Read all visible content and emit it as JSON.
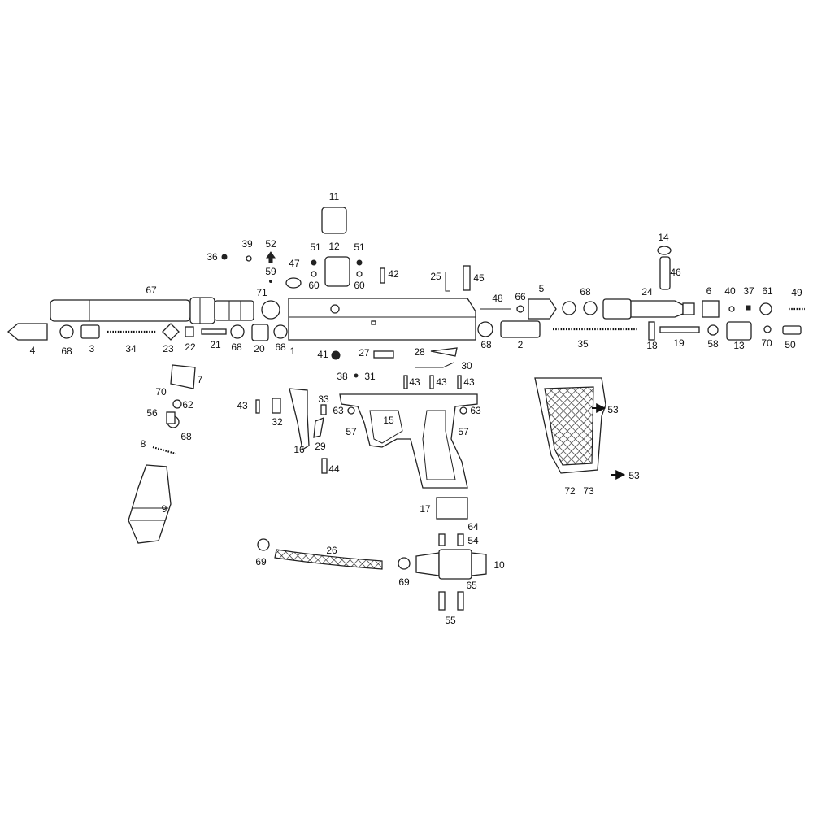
{
  "diagram": {
    "callouts": [
      "1",
      "2",
      "3",
      "4",
      "5",
      "6",
      "7",
      "8",
      "9",
      "10",
      "11",
      "12",
      "13",
      "14",
      "15",
      "16",
      "17",
      "18",
      "19",
      "20",
      "21",
      "22",
      "23",
      "24",
      "25",
      "26",
      "27",
      "28",
      "29",
      "30",
      "31",
      "32",
      "33",
      "34",
      "35",
      "36",
      "37",
      "38",
      "39",
      "40",
      "41",
      "42",
      "43",
      "44",
      "45",
      "46",
      "47",
      "48",
      "49",
      "50",
      "51",
      "52",
      "53",
      "54",
      "55",
      "56",
      "57",
      "58",
      "59",
      "60",
      "61",
      "62",
      "63",
      "64",
      "65",
      "66",
      "67",
      "68",
      "69",
      "70",
      "71",
      "72",
      "73"
    ]
  }
}
